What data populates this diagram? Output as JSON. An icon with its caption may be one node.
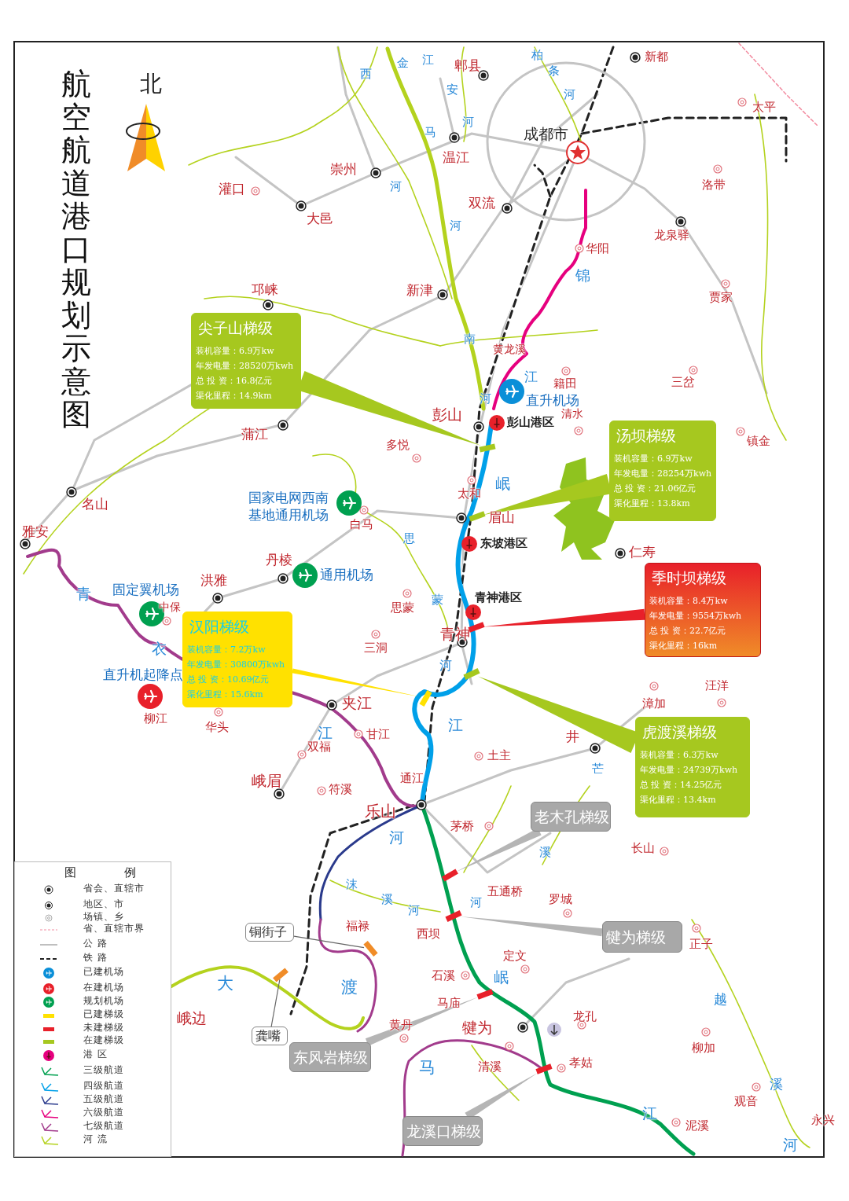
{
  "diagram": {
    "title": "航空航道港口规划示意图",
    "nodes": [
      {
        "text": [
          "尖子山梯级",
          "装机容量：6.9万kw",
          "年发电量：28520万kwh",
          "总 投 资：16.8亿元",
          "渠化里程：14.9km"
        ]
      },
      {
        "text": [],
        "shape": "bar"
      },
      {
        "text": [
          "汤坝梯级",
          "装机容量：6.9万kw",
          "年发电量：28254万kwh",
          "总 投 资：21.06亿元",
          "渠化里程：13.8km"
        ]
      },
      {
        "text": [],
        "shape": "bar"
      },
      {
        "text": [
          "季时坝梯级",
          "装机容量：8.4万kw",
          "年发电量：9554万kwh",
          "总 投 资：22.7亿元",
          "渠化里程：16km"
        ]
      },
      {
        "text": [],
        "shape": "bar"
      },
      {
        "text": [
          "汉阳梯级",
          "装机容量：7.2万kw",
          "年发电量：30800万kwh",
          "总 投 资：10.69亿元",
          "渠化里程：15.6km"
        ]
      },
      {
        "text": [],
        "shape": "bar"
      },
      {
        "text": [
          "虎渡溪梯级",
          "装机容量：6.3万kw",
          "年发电量：24739万kwh",
          "总 投 资：14.25亿元",
          "渠化里程：13.4km"
        ]
      },
      {
        "text": [],
        "shape": "bar"
      },
      {
        "text": [
          "老木孔梯级"
        ]
      },
      {
        "text": [],
        "shape": "bar"
      },
      {
        "text": [
          "犍为梯级"
        ]
      },
      {
        "text": [],
        "shape": "bar"
      },
      {
        "text": [
          "东风岩梯级"
        ]
      },
      {
        "text": [],
        "shape": "bar"
      },
      {
        "text": [
          "龙溪口梯级"
        ]
      },
      {
        "text": [],
        "shape": "bar"
      },
      {
        "text": [
          "铜街子"
        ]
      },
      {
        "text": [],
        "shape": "bar"
      },
      {
        "text": [
          "龚嘴"
        ]
      },
      {
        "text": [],
        "shape": "bar"
      }
    ],
    "edges": [
      {
        "from": 0,
        "to": 1,
        "arrow": "none",
        "color": "#a6c81f"
      },
      {
        "from": 2,
        "to": 3,
        "arrow": "none",
        "color": "#a6c81f"
      },
      {
        "from": 4,
        "to": 5,
        "arrow": "none",
        "color": "#e8202a"
      },
      {
        "from": 6,
        "to": 7,
        "arrow": "none",
        "color": "#ffe100"
      },
      {
        "from": 8,
        "to": 9,
        "arrow": "none",
        "color": "#a6c81f"
      },
      {
        "from": 10,
        "to": 11,
        "arrow": "none"
      },
      {
        "from": 12,
        "to": 13,
        "arrow": "none"
      },
      {
        "from": 14,
        "to": 15,
        "arrow": "none"
      },
      {
        "from": 16,
        "to": 17,
        "arrow": "none"
      },
      {
        "from": 18,
        "to": 19,
        "arrow": "none"
      },
      {
        "from": 20,
        "to": 21,
        "arrow": "none"
      }
    ],
    "labels": [
      "北",
      "新都",
      "郫县",
      "太平",
      "成都市",
      "温江",
      "崇州",
      "灌口",
      "洛带",
      "双流",
      "大邑",
      "龙泉驿",
      "华阳",
      "邛崃",
      "新津",
      "贾家",
      "黄龙溪",
      "籍田",
      "三岔",
      "彭山",
      "清水",
      "蒲江",
      "多悦",
      "镇金",
      "太和",
      "名山",
      "眉山",
      "雅安",
      "白马",
      "仁寿",
      "丹棱",
      "洪雅",
      "中保",
      "思蒙",
      "三洞",
      "青神",
      "汪洋",
      "漳加",
      "柳江",
      "华头",
      "夹江",
      "甘江",
      "双福",
      "井",
      "土主",
      "芒",
      "峨眉",
      "符溪",
      "通江",
      "乐山",
      "茅桥",
      "长山",
      "五通桥",
      "罗城",
      "福禄",
      "西坝",
      "正子",
      "定文",
      "石溪",
      "马庙",
      "龙孔",
      "黄丹",
      "犍为",
      "峨边",
      "清溪",
      "孝姑",
      "柳加",
      "观音",
      "泥溪",
      "永兴",
      "西",
      "金",
      "江",
      "柏",
      "条",
      "河",
      "安",
      "河",
      "马",
      "河",
      "河",
      "南",
      "河",
      "江",
      "锦",
      "岷",
      "思",
      "青",
      "蒙",
      "衣",
      "河",
      "江",
      "江",
      "河",
      "沫",
      "溪",
      "河",
      "溪",
      "河",
      "大",
      "渡",
      "岷",
      "马",
      "江",
      "越",
      "溪",
      "河",
      "直升机场",
      "国家电网西南基地通用机场",
      "通用机场",
      "固定翼机场",
      "直升机起降点",
      "彭山港区",
      "东坡港区",
      "青神港区",
      "图 例"
    ],
    "legend": [
      {
        "text": "省会、直辖市"
      },
      {
        "text": "地区、市"
      },
      {
        "text": "场镇、乡"
      },
      {
        "text": "省、直辖市界"
      },
      {
        "text": "公 路"
      },
      {
        "text": "铁 路"
      },
      {
        "text": "已建机场"
      },
      {
        "text": "在建机场"
      },
      {
        "text": "规划机场"
      },
      {
        "text": "已建梯级",
        "color": "#ffe100"
      },
      {
        "text": "未建梯级",
        "color": "#e8202a"
      },
      {
        "text": "在建梯级",
        "color": "#a6c81f"
      },
      {
        "text": "港 区"
      },
      {
        "text": "三级航道"
      },
      {
        "text": "四级航道"
      },
      {
        "text": "五级航道"
      },
      {
        "text": "六级航道"
      },
      {
        "text": "七级航道"
      },
      {
        "text": "河 流"
      }
    ]
  }
}
